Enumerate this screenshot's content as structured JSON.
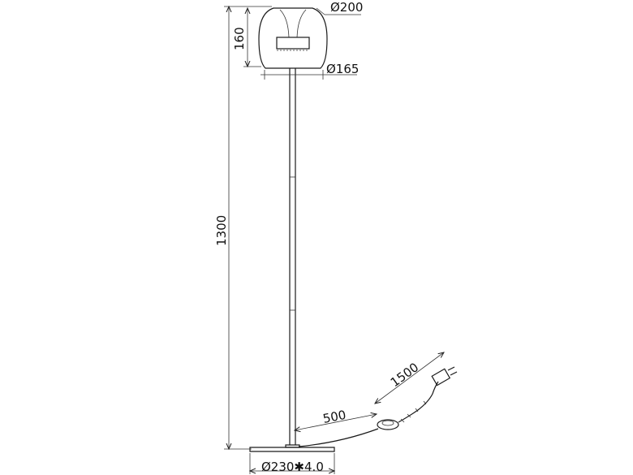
{
  "dimensions": {
    "shade_diameter": "Ø200",
    "shade_height": "160",
    "shade_opening": "Ø165",
    "total_height": "1300",
    "base": "Ø230✱4.0",
    "cord_to_switch": "500",
    "cord_to_plug": "1500"
  }
}
